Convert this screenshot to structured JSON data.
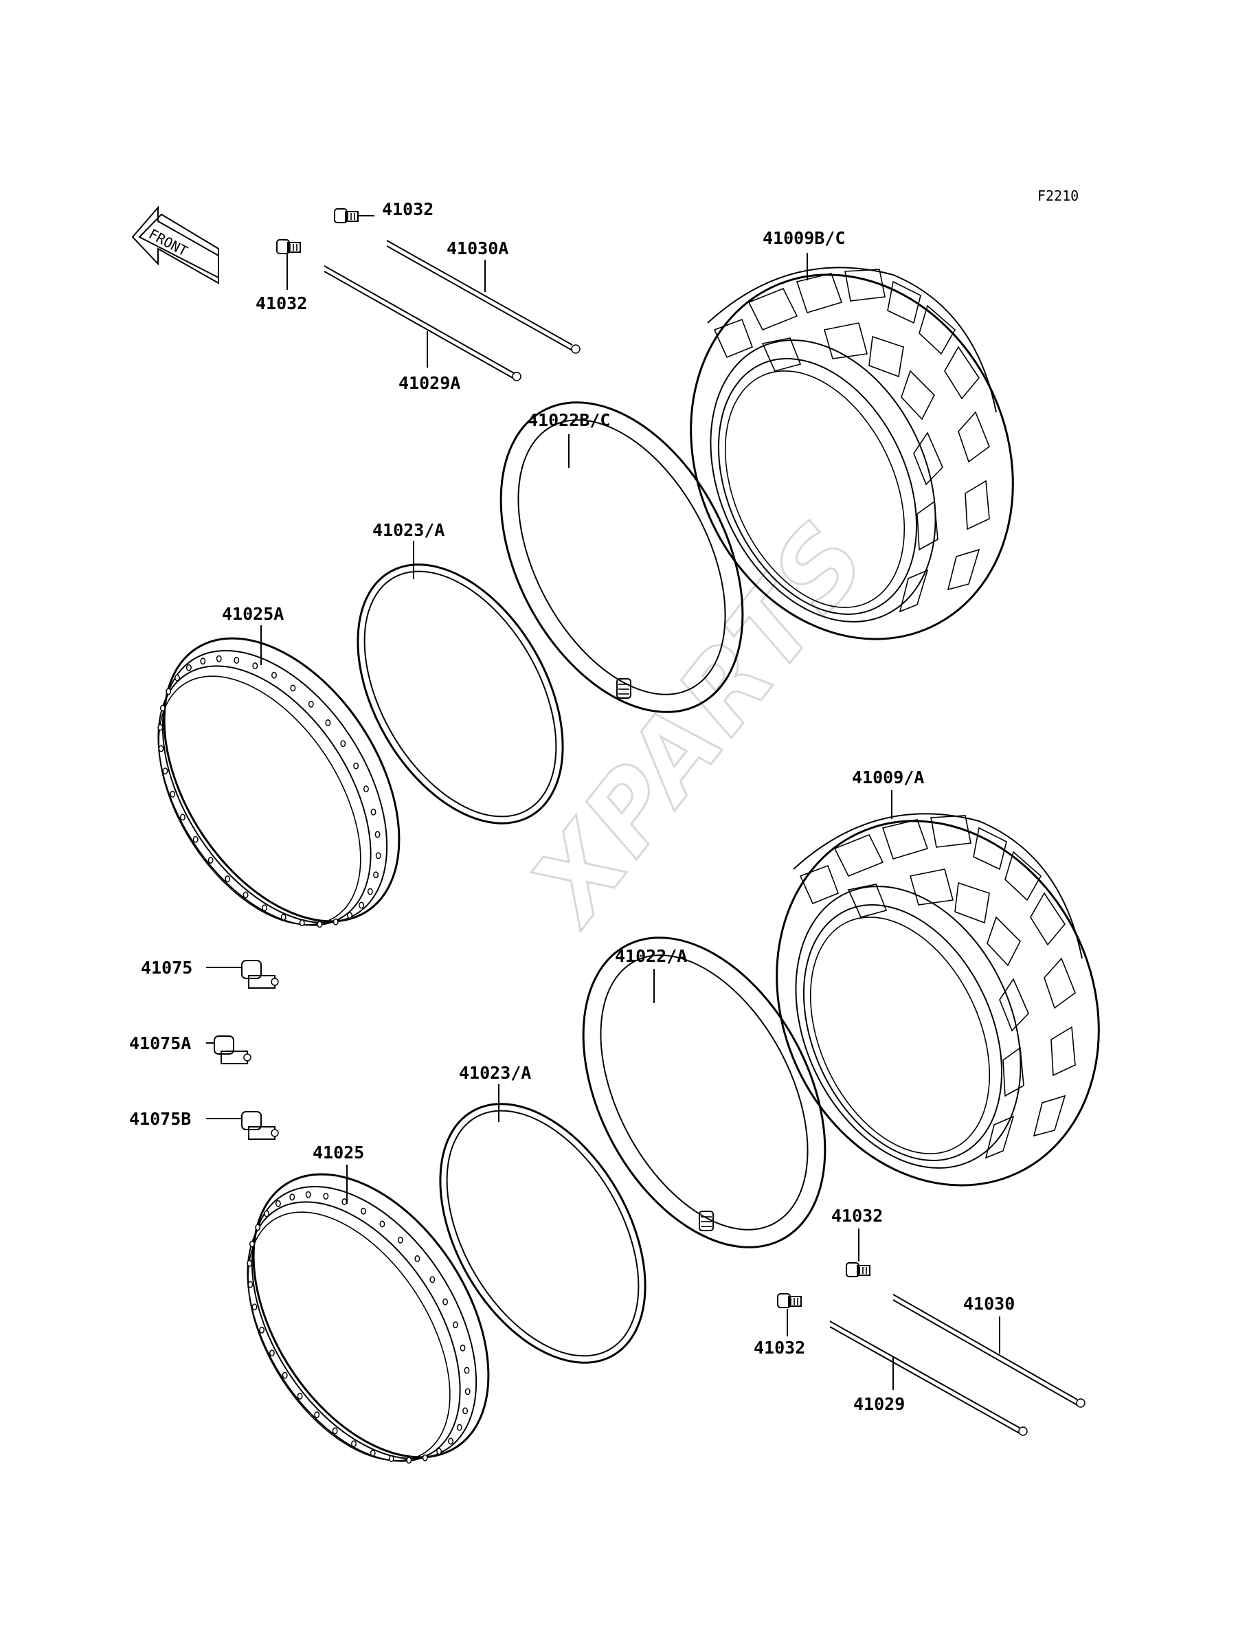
{
  "figure_code": "F2210",
  "front_arrow": {
    "label": "FRONT",
    "icon": "front-arrow-icon"
  },
  "watermark": "XPARTS",
  "callouts": {
    "upper_tire": "41009B/C",
    "upper_tube": "41022B/C",
    "upper_rim_band": "41023/A",
    "upper_rim": "41025A",
    "upper_spoke_outer": "41030A",
    "upper_spoke_inner": "41029A",
    "upper_nipple_top": "41032",
    "upper_nipple_left": "41032",
    "valve_1": "41075",
    "valve_2": "41075A",
    "valve_3": "41075B",
    "lower_tire": "41009/A",
    "lower_tube": "41022/A",
    "lower_rim_band": "41023/A",
    "lower_rim": "41025",
    "lower_nipple_top": "41032",
    "lower_nipple_bottom": "41032",
    "lower_spoke_outer": "41030",
    "lower_spoke_inner": "41029"
  }
}
